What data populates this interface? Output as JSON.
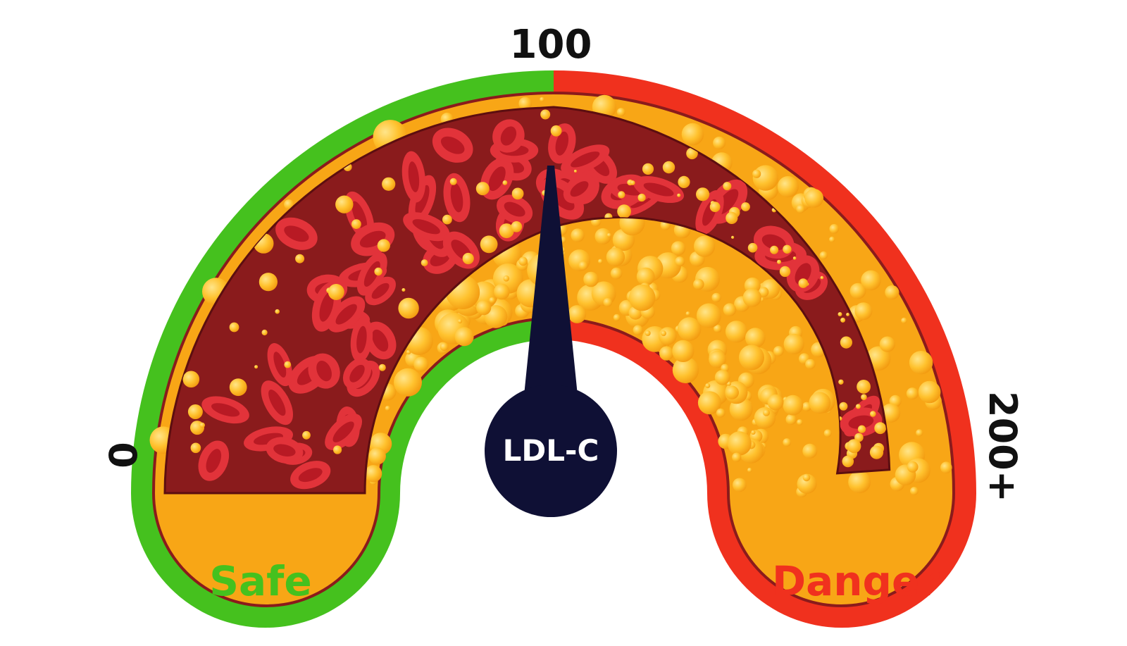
{
  "gauge": {
    "label": "LDL-C",
    "min_label": "0",
    "mid_label": "100",
    "max_label": "200+",
    "min_value": 0,
    "max_value": 200,
    "needle_value": 100
  },
  "zones": {
    "safe_label": "Safe",
    "danger_label": "Danger"
  },
  "colors": {
    "safe": "#45C11E",
    "danger": "#F0311E",
    "blood": "#8A1B1C",
    "cell": "#E2333A",
    "plaque": "#F8A616",
    "plaque_bubble": "#FFC43A",
    "needle": "#0F1035"
  }
}
